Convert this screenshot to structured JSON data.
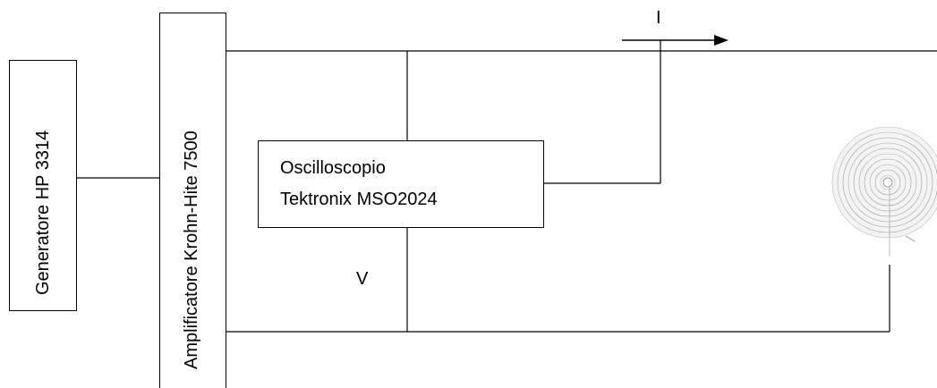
{
  "diagram": {
    "generator_label": "Generatore HP 3314",
    "amplifier_label": "Amplificatore Krohn-Hite 7500",
    "oscilloscope_line1": "Oscilloscopio",
    "oscilloscope_line2": "Tektronix MSO2024",
    "current_label": "I",
    "voltage_label": "V",
    "coil_icon": "spiral-coil-icon"
  }
}
